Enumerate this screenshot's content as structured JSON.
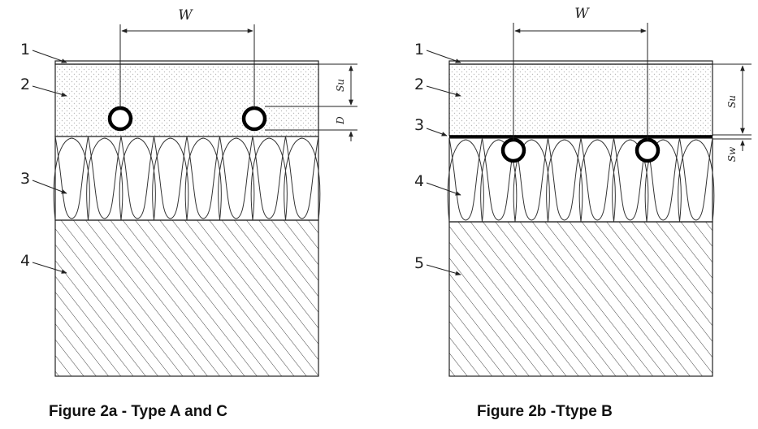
{
  "figure_a": {
    "caption": "Figure 2a - Type A and C",
    "labels": [
      "1",
      "2",
      "3",
      "4"
    ],
    "dim_w": "W",
    "dim_su": "Su",
    "dim_d": "D"
  },
  "figure_b": {
    "caption": "Figure 2b -Ttype B",
    "labels": [
      "1",
      "2",
      "3",
      "4",
      "5"
    ],
    "dim_w": "W",
    "dim_su": "Su",
    "dim_sw": "Sw"
  },
  "colors": {
    "stroke": "#222222",
    "screed_dots": "#bbbbbb"
  }
}
